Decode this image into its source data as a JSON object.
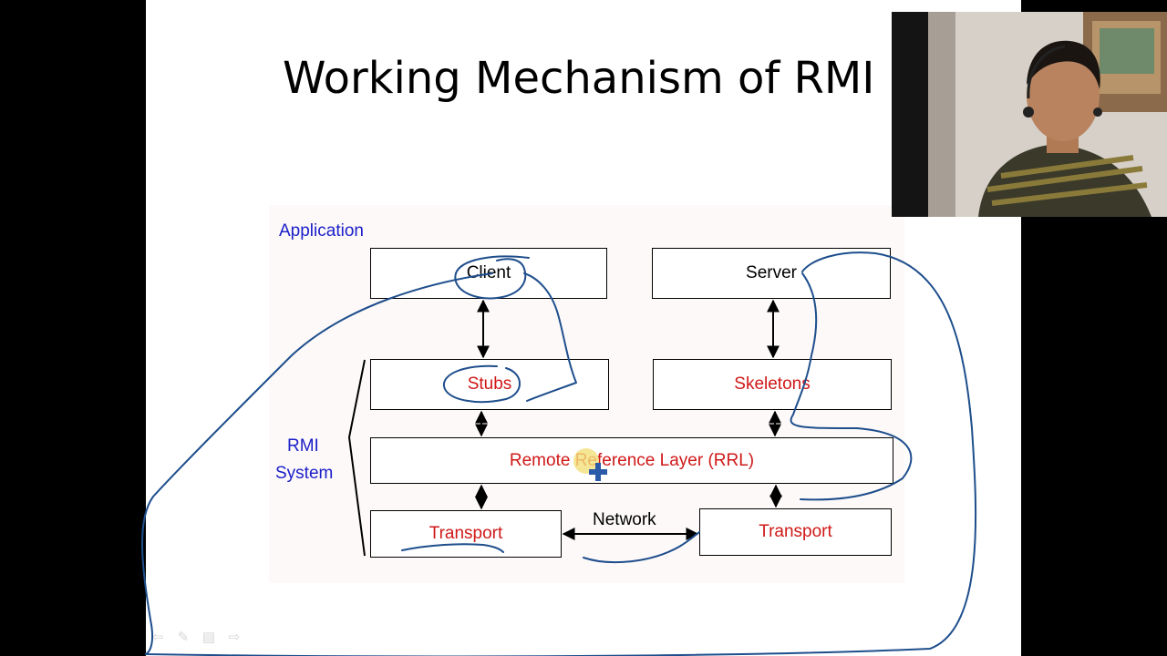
{
  "slide": {
    "title": "Working Mechanism of RMI"
  },
  "diagram": {
    "application_label": "Application",
    "rmi_label_line1": "RMI",
    "rmi_label_line2": "System",
    "client": "Client",
    "server": "Server",
    "stubs": "Stubs",
    "skeletons": "Skeletons",
    "rrl": "Remote Reference Layer (RRL)",
    "transport_left": "Transport",
    "transport_right": "Transport",
    "network": "Network"
  },
  "colors": {
    "box_text_red": "#d01818",
    "label_blue": "#1c20c8",
    "annotation_ink": "#1e4e8c",
    "cursor_highlight": "#f3e07a",
    "cursor_cross": "#2b5aa8"
  },
  "controls": {
    "icons": [
      "back-arrow-icon",
      "pen-icon",
      "slides-icon",
      "forward-arrow-icon"
    ]
  },
  "webcam": {
    "icon": "presenter-video"
  }
}
